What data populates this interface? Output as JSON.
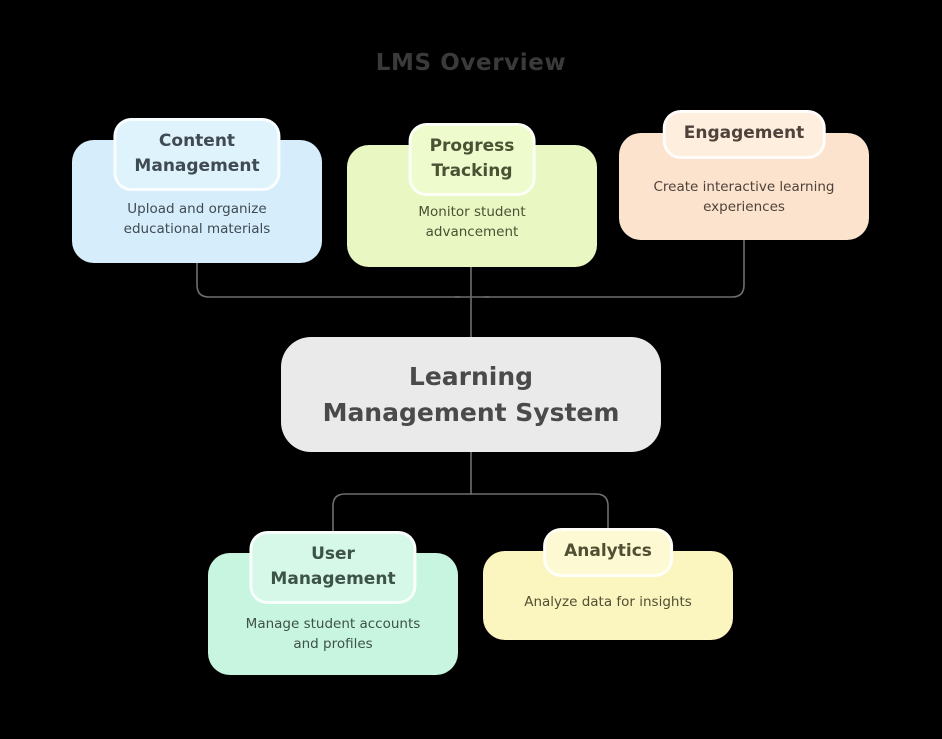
{
  "diagram": {
    "title": "LMS Overview",
    "background_color": "#000000",
    "title_color": "#3a3a3a",
    "connector_color": "#6e6e6e"
  },
  "central": {
    "label": "Learning\nManagement System",
    "background_color": "#eaeaea",
    "text_color": "#4a4a4a"
  },
  "nodes": {
    "content_management": {
      "title": "Content\nManagement",
      "description": "Upload and organize\neducational materials",
      "body_color": "#d6eefb",
      "header_color": "#dff3fd",
      "text_color": "#3f4a52"
    },
    "progress_tracking": {
      "title": "Progress\nTracking",
      "description": "Monitor student\nadvancement",
      "body_color": "#e9f7c2",
      "header_color": "#eefbcd",
      "text_color": "#4a5233"
    },
    "engagement": {
      "title": "Engagement",
      "description": "Create interactive learning\nexperiences",
      "body_color": "#fbe3cd",
      "header_color": "#fdeedd",
      "text_color": "#50423a"
    },
    "user_management": {
      "title": "User\nManagement",
      "description": "Manage student accounts\nand profiles",
      "body_color": "#c8f5e0",
      "header_color": "#d5f8e8",
      "text_color": "#3d5248"
    },
    "analytics": {
      "title": "Analytics",
      "description": "Analyze data for insights",
      "body_color": "#fbf5bf",
      "header_color": "#fdfad3",
      "text_color": "#514f33"
    }
  }
}
